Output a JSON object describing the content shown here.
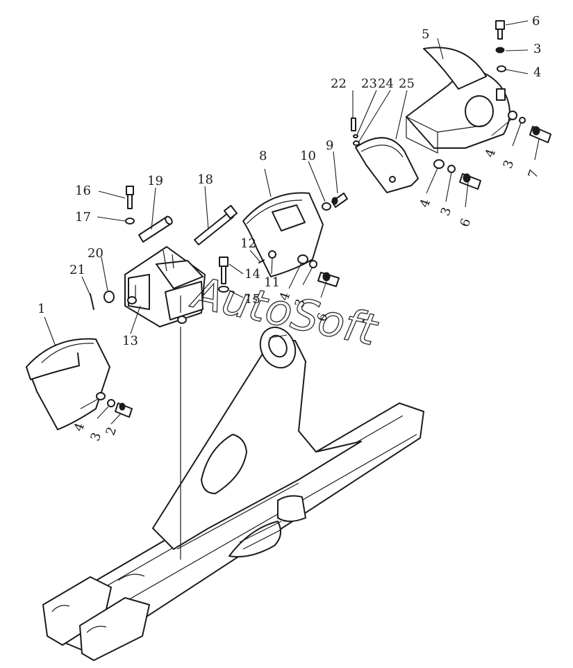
{
  "watermark": "AutoSoft",
  "callouts": [
    "1",
    "2",
    "3",
    "3",
    "3",
    "3",
    "3",
    "4",
    "4",
    "4",
    "4",
    "4",
    "5",
    "6",
    "6",
    "6",
    "6",
    "7",
    "8",
    "9",
    "10",
    "11",
    "12",
    "13",
    "14",
    "15",
    "16",
    "17",
    "18",
    "19",
    "20",
    "21",
    "22",
    "23",
    "24",
    "25"
  ],
  "colors": {
    "ink": "#1a1a1a",
    "paper": "#ffffff"
  }
}
